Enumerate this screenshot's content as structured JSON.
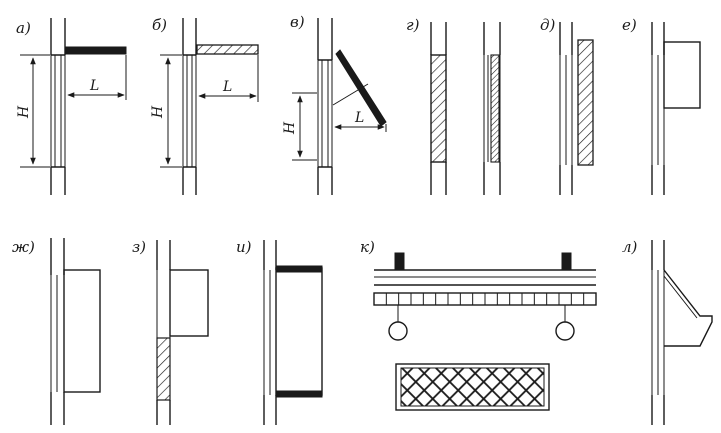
{
  "diagram": {
    "panel_labels": [
      "а)",
      "б)",
      "в)",
      "г)",
      "д)",
      "е)",
      "ж)",
      "з)",
      "и)",
      "к)",
      "л)"
    ],
    "dimension_labels": {
      "height_a": "H",
      "length_a": "L",
      "height_b": "H",
      "length_b": "L",
      "height_v": "H",
      "length_v": "L"
    }
  }
}
